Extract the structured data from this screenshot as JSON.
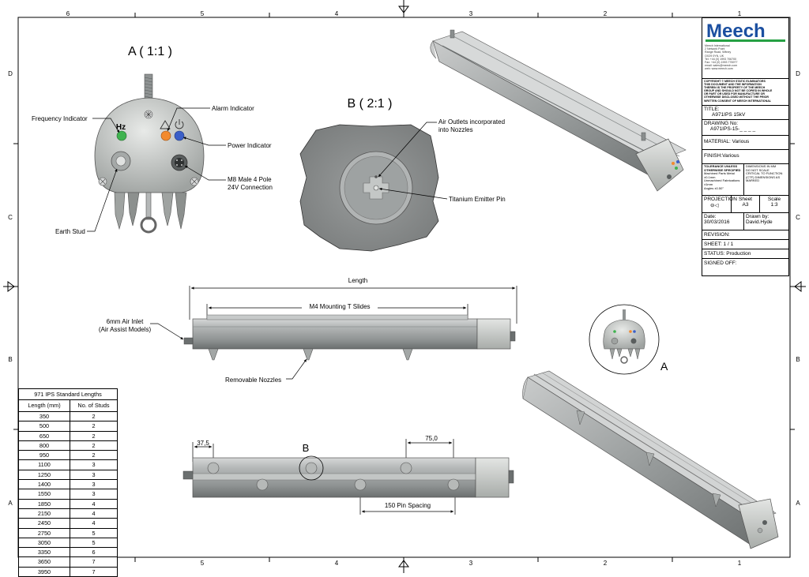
{
  "border": {
    "top_labels": [
      "6",
      "5",
      "4",
      "3",
      "2",
      "1"
    ],
    "side_labels": [
      "D",
      "C",
      "B",
      "A"
    ]
  },
  "views": {
    "detail_a_title": "A ( 1:1 )",
    "detail_b_title": "B ( 2:1 )",
    "detail_a_marker": "A",
    "detail_b_marker": "B",
    "hz_symbol": "Hz",
    "callouts": {
      "frequency_indicator": "Frequency Indicator",
      "alarm_indicator": "Alarm Indicator",
      "power_indicator": "Power Indicator",
      "m8_line1": "M8 Male 4 Pole",
      "m8_line2": "24V Connection",
      "earth_stud": "Earth Stud",
      "air_outlets_line1": "Air Outlets incorporated",
      "air_outlets_line2": "into Nozzles",
      "titanium_pin": "Titanium Emitter Pin",
      "length": "Length",
      "m4_slides": "M4 Mounting T Slides",
      "air_inlet_line1": "6mm Air Inlet",
      "air_inlet_line2": "(Air Assist Models)",
      "removable_nozzles": "Removable Nozzles",
      "dim_37_5": "37,5",
      "dim_75": "75,0",
      "pin_spacing": "150 Pin Spacing"
    },
    "indicator_colors": {
      "frequency": "#3fb34f",
      "alarm": "#f28a2e",
      "power": "#3b5fc8"
    }
  },
  "lengths_table": {
    "title": "971 IPS Standard Lengths",
    "headers": [
      "Length (mm)",
      "No. of Studs"
    ],
    "rows": [
      [
        "350",
        "2"
      ],
      [
        "500",
        "2"
      ],
      [
        "650",
        "2"
      ],
      [
        "800",
        "2"
      ],
      [
        "950",
        "2"
      ],
      [
        "1100",
        "3"
      ],
      [
        "1250",
        "3"
      ],
      [
        "1400",
        "3"
      ],
      [
        "1550",
        "3"
      ],
      [
        "1850",
        "4"
      ],
      [
        "2150",
        "4"
      ],
      [
        "2450",
        "4"
      ],
      [
        "2750",
        "5"
      ],
      [
        "3050",
        "5"
      ],
      [
        "3350",
        "6"
      ],
      [
        "3650",
        "7"
      ],
      [
        "3950",
        "7"
      ]
    ]
  },
  "title_block": {
    "brand": "Meech",
    "brand_color": "#1b4fa0",
    "brand_green": "#26a043",
    "address": [
      "Meech International",
      "2 Network Point",
      "Range Road, Witney",
      "OX29 0YN, UK",
      "Tel: +44 (0) 1993 706700",
      "Fax: +44 (0) 1993 776977",
      "email: sales@meech.com",
      "web: www.meech.com"
    ],
    "copyright": [
      "COPYRIGHT © MEECH STATIC ELIMINATORS",
      "THIS DOCUMENT AND THE INFORMATION",
      "THEREIN IS THE PROPERTY OF THE MEECH",
      "GROUP AND SHOULD NOT BE COPIED IN WHOLE",
      "OR PART OR USED FOR MANUFACTURE OR",
      "OTHERWISE DISCLOSED WITHOUT THE PRIOR",
      "WRITTEN CONSENT OF MEECH INTERNATIONAL"
    ],
    "title_label": "TITLE:",
    "title_value": "A971IPS 15kV",
    "drawing_label": "DRAWING No:",
    "drawing_value": "A971IPS-15-_ _ _ _",
    "material": "MATERIAL:  Various",
    "finish": "FINISH:Various",
    "tolerance": [
      "TOLERANCE UNLESS",
      "OTHERWISE SPECIFIED",
      "Machined Parts Metal ±0.1mm",
      "Unmachined Fabrications ±1mm",
      "Angles ±0.50°"
    ],
    "dimensions_note": [
      "DIMENSIONS IN MM",
      "DO NOT SCALE",
      "CRITICAL TO FUNCTION",
      "(CTF) DIMENSIONS AS",
      "MARKED"
    ],
    "projection_label": "PROJECTION",
    "projection_symbol": "⊖◁",
    "sheet_label": "Sheet",
    "sheet_value": "A3",
    "scale_label": "Scale",
    "scale_value": "1:3",
    "date_label": "Date:",
    "date_value": "30/03/2016",
    "drawn_label": "Drawn by:",
    "drawn_value": "David.Hyde",
    "revision": "REVISION:",
    "sheet_count": "SHEET: 1 / 1",
    "status": "STATUS: Production",
    "signed_off": "SIGNED OFF:"
  }
}
